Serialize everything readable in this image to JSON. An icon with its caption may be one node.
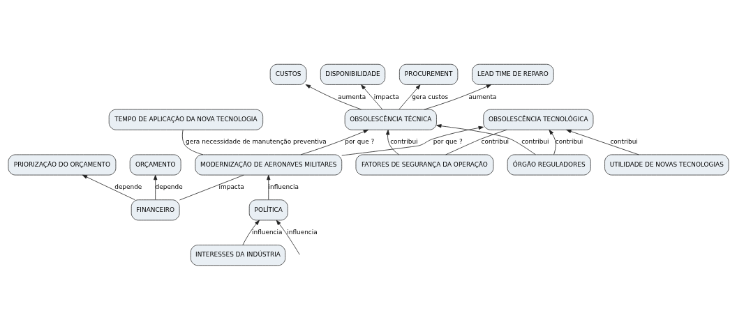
{
  "diagram": {
    "nodes": [
      {
        "text": [
          "ORÇAMENTO"
        ]
      },
      {
        "text": [
          "PRIORIZAÇÃO DO ORÇAMENTO"
        ]
      },
      {
        "text": [
          "CUSTOS"
        ]
      },
      {
        "text": [
          "DISPONIBILIDADE"
        ]
      },
      {
        "text": [
          "PROCUREMENT"
        ]
      },
      {
        "text": [
          "FATORES DE SEGURANÇA DA OPERAÇÃO"
        ]
      },
      {
        "text": [
          "FINANCEIRO"
        ]
      },
      {
        "text": [
          "OBSOLESCÊNCIA TÉCNICA"
        ]
      },
      {
        "text": [
          "LEAD TIME DE REPARO"
        ]
      },
      {
        "text": [
          "OBSOLESCÊNCIA TECNOLÓGICA"
        ]
      },
      {
        "text": [
          "MODERNIZAÇÃO DE AERONAVES MILITARES"
        ]
      },
      {
        "text": [
          "ÓRGÃO REGULADORES"
        ]
      },
      {
        "text": [
          "UTILIDADE DE NOVAS TECNOLOGIAS"
        ]
      },
      {
        "text": [
          "POLÍTICA"
        ]
      },
      {
        "text": [
          "INTERESSES DA INDÚSTRIA"
        ]
      },
      {
        "text": [
          "TEMPO DE APLICAÇÃO DA NOVA TECNOLOGIA"
        ]
      }
    ],
    "edges": [
      {
        "from": 6,
        "to": 0,
        "arrow": "to",
        "label": "depende"
      },
      {
        "from": 6,
        "to": 1,
        "arrow": "to",
        "label": "depende"
      },
      {
        "from": 7,
        "to": 2,
        "arrow": "to",
        "label": "aumenta"
      },
      {
        "from": 7,
        "to": 3,
        "arrow": "to",
        "label": "impacta"
      },
      {
        "from": 7,
        "to": 4,
        "arrow": "to",
        "label": "gera custos"
      },
      {
        "from": 5,
        "to": 7,
        "arrow": "to",
        "label": "contribui"
      },
      {
        "from": 7,
        "to": 8,
        "arrow": "to",
        "label": "aumenta"
      },
      {
        "from": 5,
        "to": 9,
        "arrow": "none",
        "label": "contribui"
      },
      {
        "from": 11,
        "to": 7,
        "arrow": "to",
        "label": "contribui"
      },
      {
        "from": 6,
        "to": 10,
        "arrow": "none",
        "label": "impacta"
      },
      {
        "from": 10,
        "to": 7,
        "arrow": "to",
        "label": "por que ?"
      },
      {
        "from": 10,
        "to": 9,
        "arrow": "to",
        "label": "por que ?"
      },
      {
        "from": 11,
        "to": 9,
        "arrow": "to",
        "label": "contribui"
      },
      {
        "from": 12,
        "to": 9,
        "arrow": "to",
        "label": "contribui"
      },
      {
        "from": 10,
        "to": 15,
        "arrow": "none",
        "label": "gera necessidade de manutenção preventiva"
      },
      {
        "from": 13,
        "to": 10,
        "arrow": "to",
        "label": "influencia"
      },
      {
        "from": 14,
        "to": 13,
        "arrow": "to",
        "label": "influencia"
      },
      {
        "from": null,
        "to": 13,
        "arrow": "to",
        "label": "influencia"
      }
    ]
  }
}
